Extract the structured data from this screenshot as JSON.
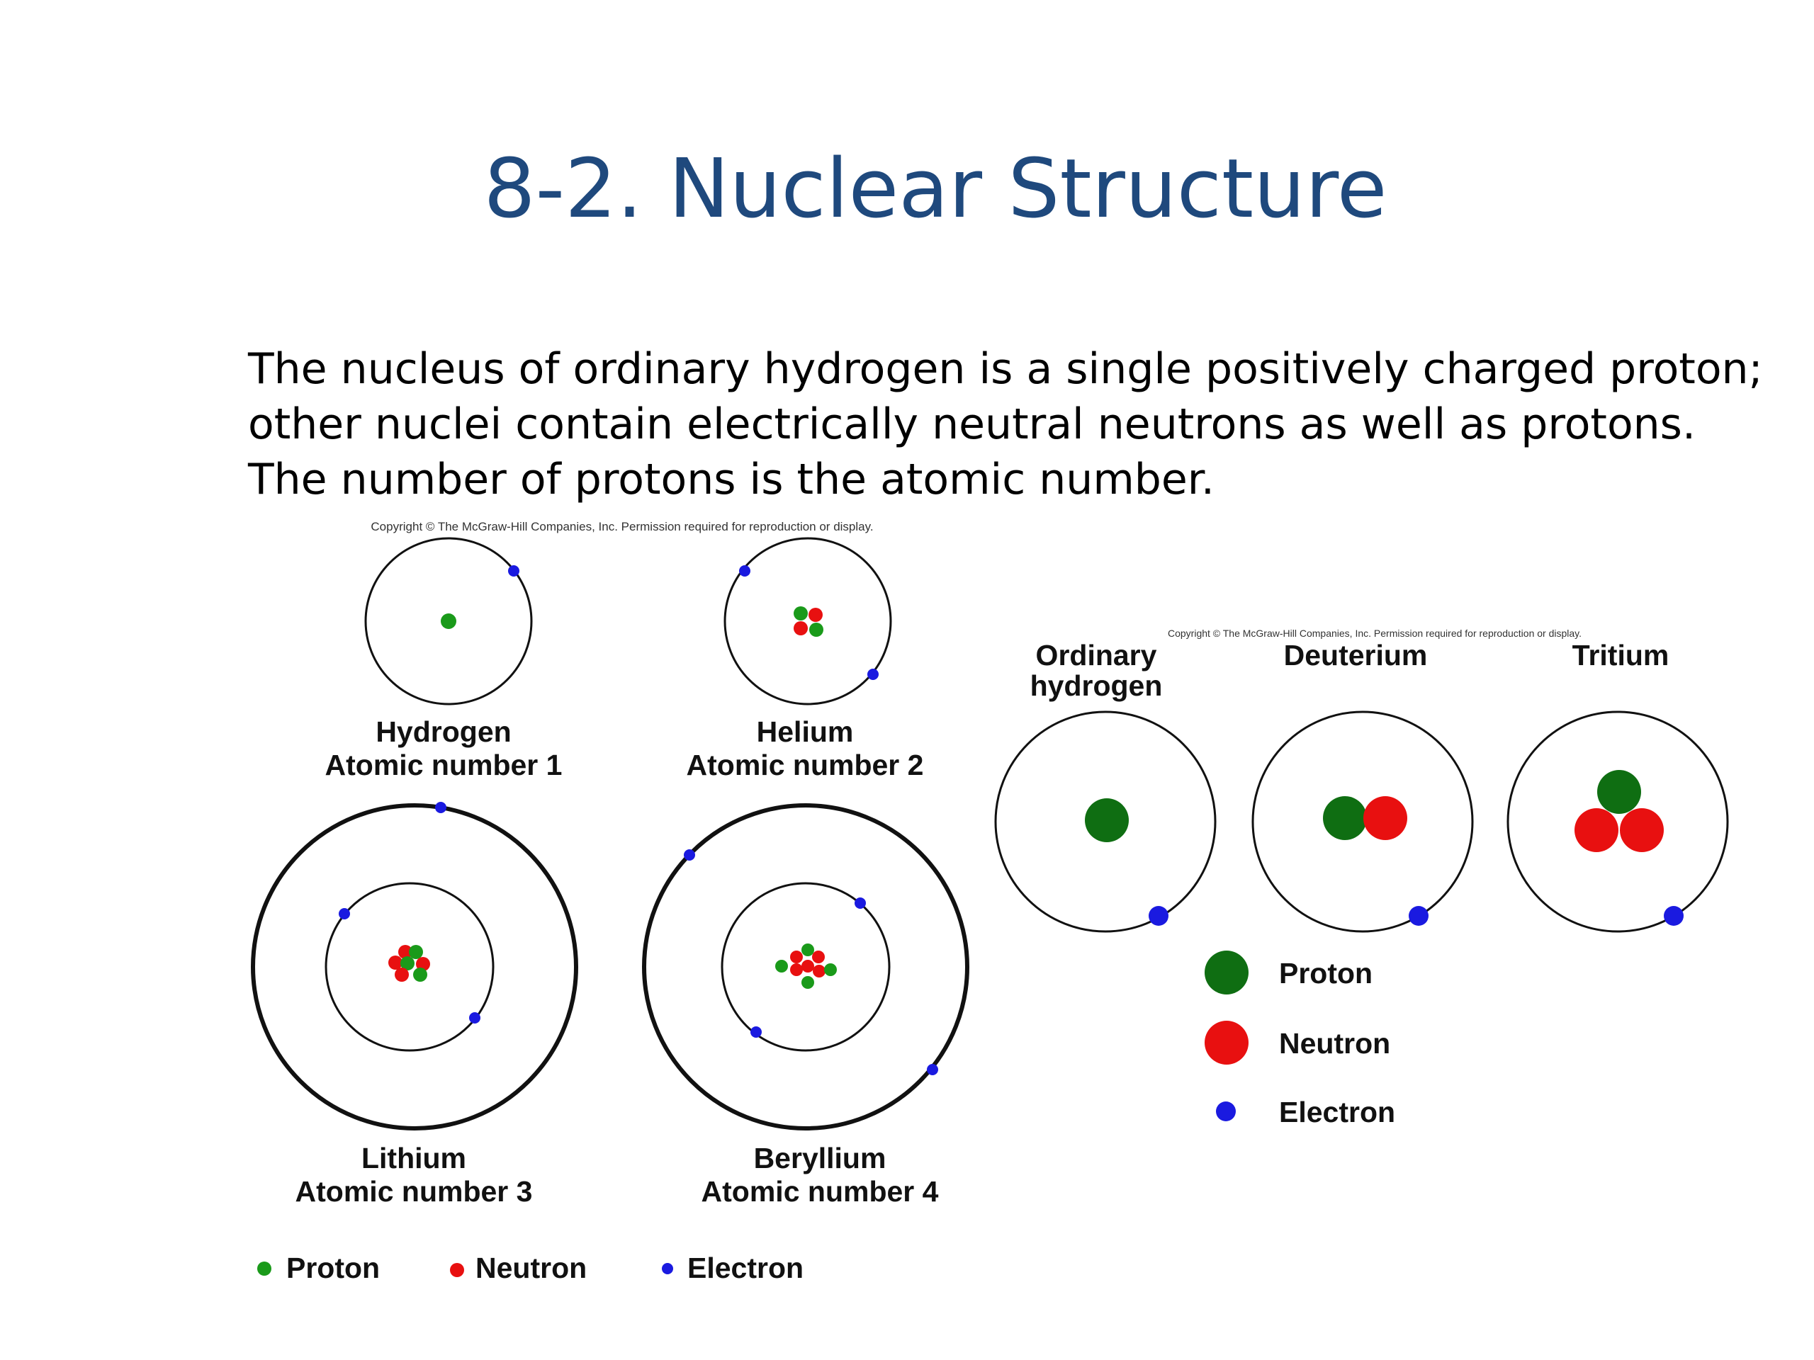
{
  "slide": {
    "title": "8-2. Nuclear Structure",
    "body_lines": [
      "The nucleus of ordinary hydrogen is a single positively charged proton;",
      "other nuclei contain electrically neutral neutrons as well as protons.",
      "The number of protons is the atomic number."
    ]
  },
  "left_figure": {
    "copyright": "Copyright © The McGraw-Hill Companies, Inc. Permission required for reproduction or display.",
    "atoms": [
      {
        "name": "Hydrogen",
        "caption": "Atomic number 1",
        "protons": 1,
        "neutrons": 0,
        "electrons": 1
      },
      {
        "name": "Helium",
        "caption": "Atomic number 2",
        "protons": 2,
        "neutrons": 2,
        "electrons": 2
      },
      {
        "name": "Lithium",
        "caption": "Atomic number 3",
        "protons": 3,
        "neutrons": 4,
        "electrons": 3
      },
      {
        "name": "Beryllium",
        "caption": "Atomic number 4",
        "protons": 4,
        "neutrons": 5,
        "electrons": 4
      }
    ],
    "legend": [
      "Proton",
      "Neutron",
      "Electron"
    ]
  },
  "right_figure": {
    "copyright": "Copyright © The McGraw-Hill Companies, Inc. Permission required for reproduction or display.",
    "isotopes": [
      {
        "label_lines": [
          "Ordinary",
          "hydrogen"
        ],
        "protons": 1,
        "neutrons": 0
      },
      {
        "label_lines": [
          "Deuterium"
        ],
        "protons": 1,
        "neutrons": 1
      },
      {
        "label_lines": [
          "Tritium"
        ],
        "protons": 1,
        "neutrons": 2
      }
    ],
    "legend": [
      "Proton",
      "Neutron",
      "Electron"
    ]
  },
  "colors": {
    "title": "#1F497D",
    "proton": "#1a9a1a",
    "proton_dark": "#0f6e12",
    "neutron": "#e81010",
    "electron": "#1a1ae0",
    "orbit": "#111111"
  }
}
